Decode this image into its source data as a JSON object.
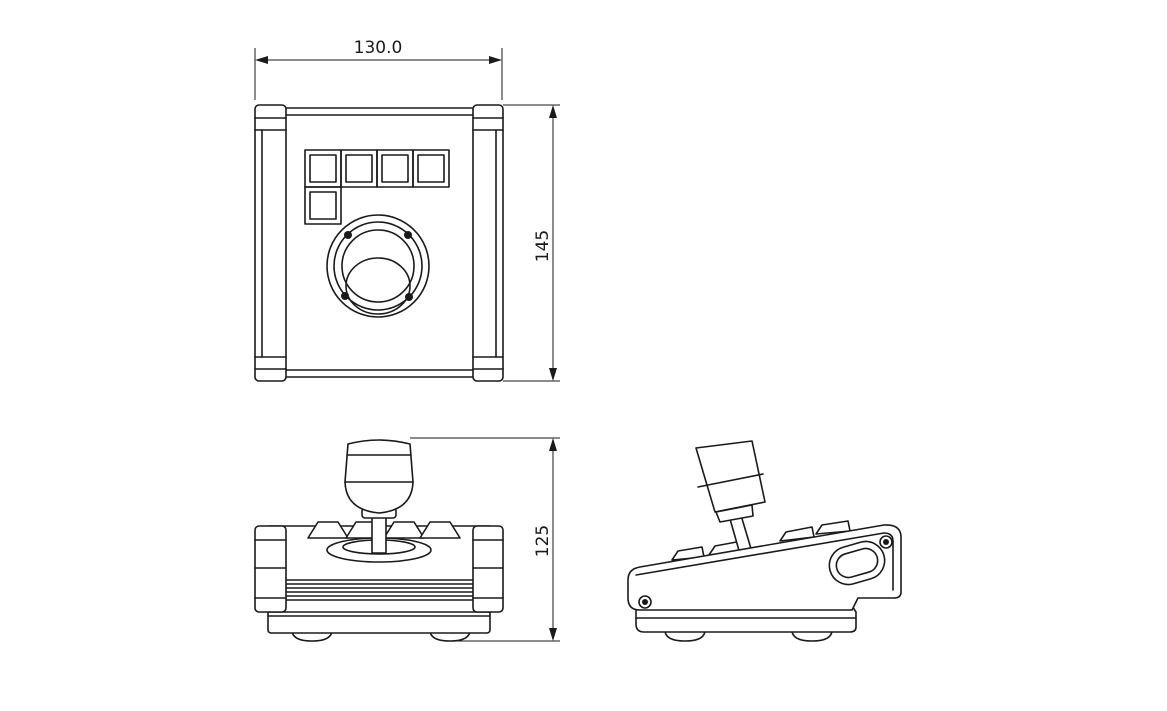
{
  "dimensions": {
    "width_label": "130.0",
    "height_label": "145",
    "side_height_label": "125"
  }
}
